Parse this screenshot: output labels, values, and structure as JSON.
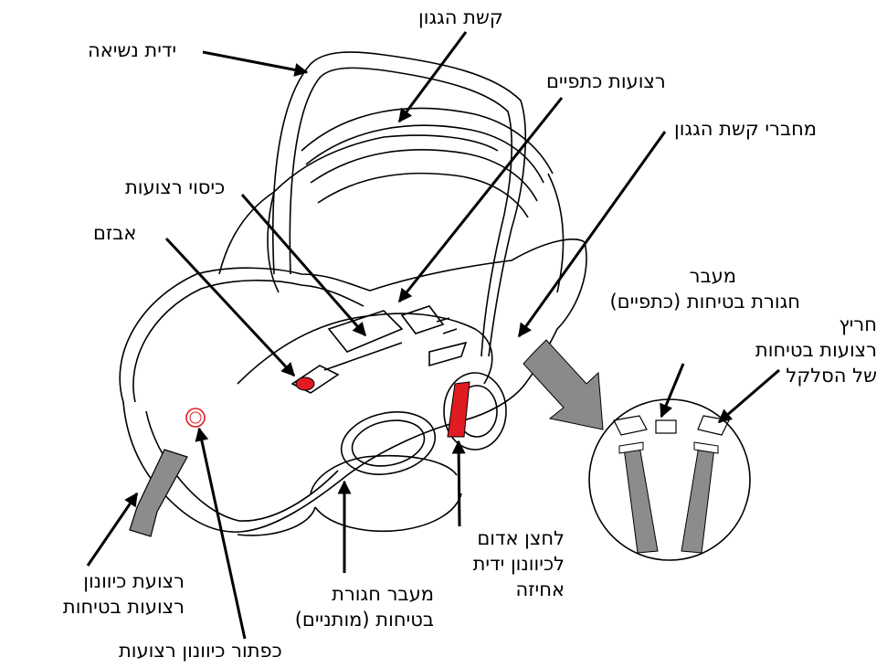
{
  "labels": {
    "canopy_arc": "קשת הגגון",
    "carry_handle": "ידית נשיאה",
    "shoulder_straps": "רצועות כתפיים",
    "canopy_connectors": "מחברי קשת הגגון",
    "harness_cover": "כיסוי רצועות",
    "buckle": "אבזם",
    "belt_route_shoulder": [
      "מעבר",
      "חגורת בטיחות (כתפיים)"
    ],
    "harness_slot": [
      "חריץ",
      "רצועות בטיחות",
      "של הסלקל"
    ],
    "harness_adjuster_strap": [
      "רצועת כיוונון",
      "רצועות בטיחות"
    ],
    "belt_route_lap": [
      "מעבר חגורת",
      "בטיחות (מותניים)"
    ],
    "red_button": [
      "לחצן אדום",
      "לכיוונון ידית",
      "אחיזה"
    ],
    "adjuster_button": "כפתור כיוונון רצועות"
  },
  "colors": {
    "line": "#000000",
    "strap_gray": "#8c8c8c",
    "red": "#e11b22",
    "gray_arrow": "#8a8a8a"
  }
}
